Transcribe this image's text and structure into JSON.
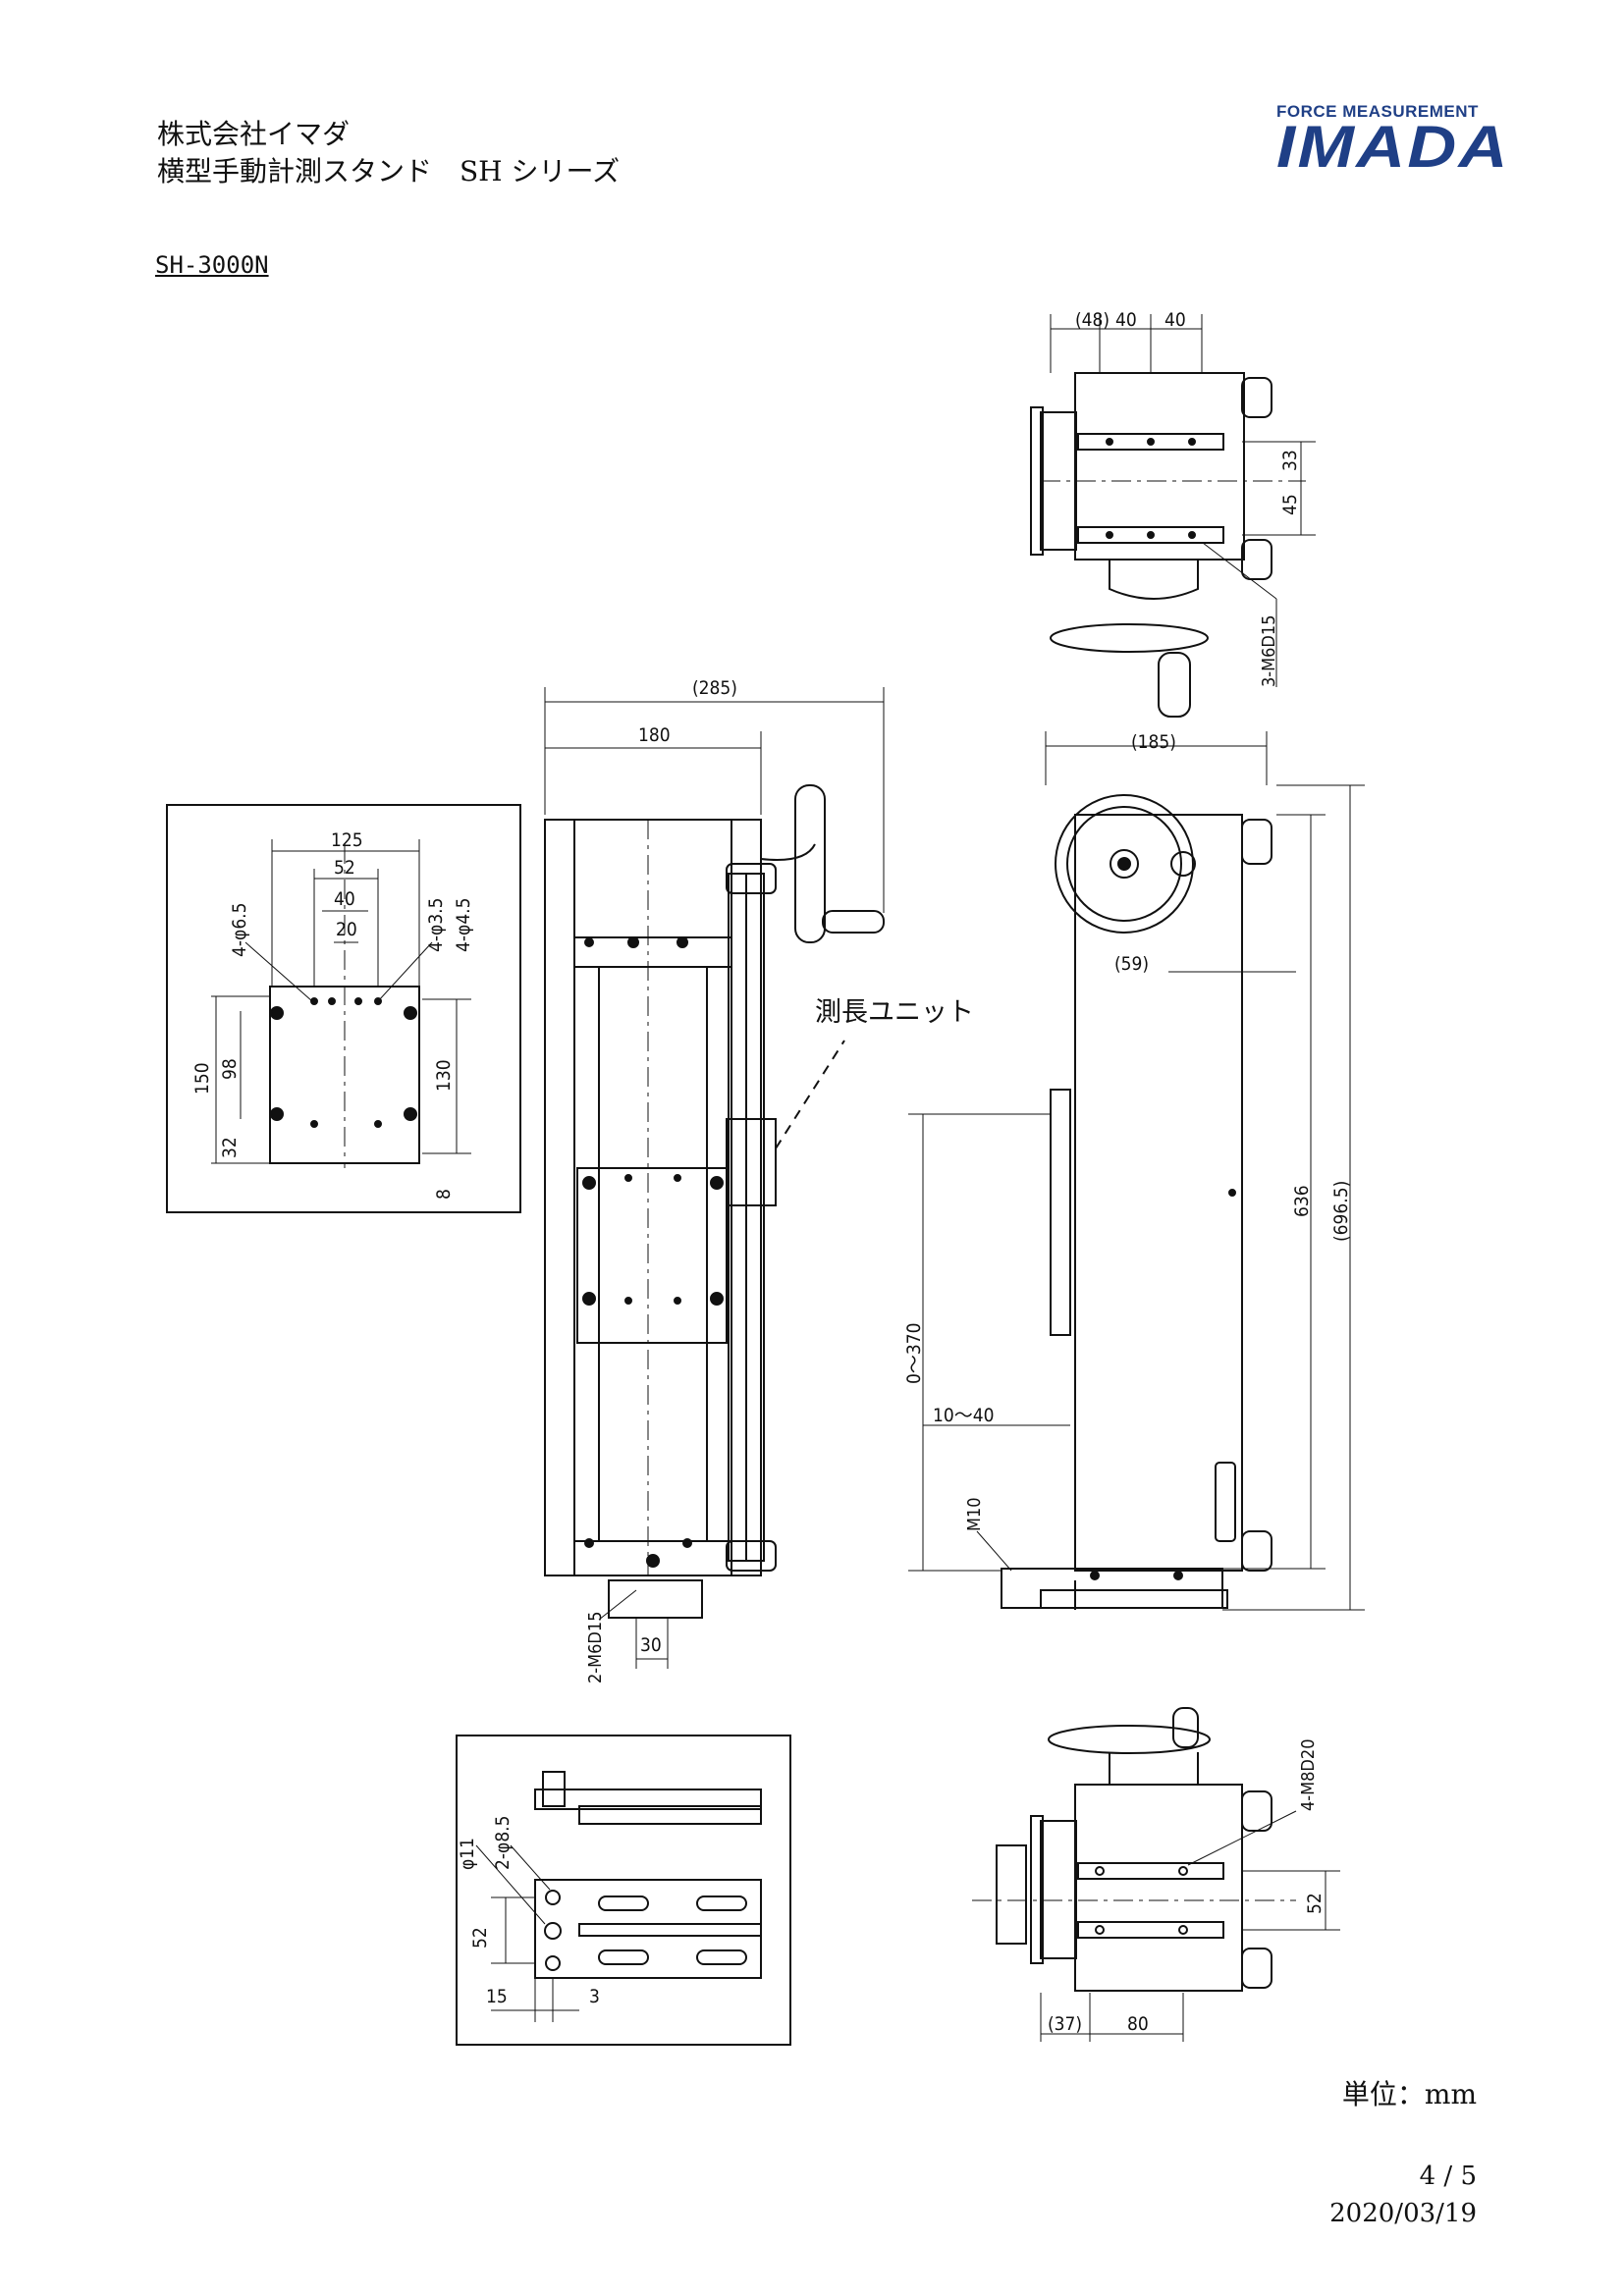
{
  "header": {
    "company": "株式会社イマダ",
    "product": "横型手動計測スタンド　SH シリーズ",
    "logo_small": "FORCE MEASUREMENT",
    "logo_main": "IMADA"
  },
  "model": "SH-3000N",
  "labels": {
    "top_view": {
      "d1": "(48)",
      "d2": "40",
      "d3": "40",
      "d4": "33",
      "d5": "45",
      "d6": "3-M6D15"
    },
    "front_view": {
      "w_total": "(285)",
      "w_body": "180",
      "bottom_tap": "2-M6D15",
      "bottom_pitch": "30"
    },
    "plate_detail": {
      "w125": "125",
      "w52": "52",
      "w40": "40",
      "w20": "20",
      "hole1": "4-φ6.5",
      "hole2": "4-φ3.5",
      "hole3": "4-φ4.5",
      "h150": "150",
      "h98": "98",
      "h32": "32",
      "h130": "130",
      "h8": "8"
    },
    "side_view": {
      "w185": "(185)",
      "d59": "(59)",
      "h636": "636",
      "h696": "(696.5)",
      "stroke": "0〜370",
      "range": "10〜40",
      "bolt": "M10",
      "callout": "測長ユニット"
    },
    "bracket_detail": {
      "phi11": "φ11",
      "holes": "2-φ8.5",
      "h52": "52",
      "w15": "15",
      "w3": "3"
    },
    "bottom_view": {
      "tap": "4-M8D20",
      "h52": "52",
      "w37": "(37)",
      "w80": "80"
    }
  },
  "unit_label": "単位：mm",
  "page": "4 / 5",
  "date": "2020/03/19"
}
